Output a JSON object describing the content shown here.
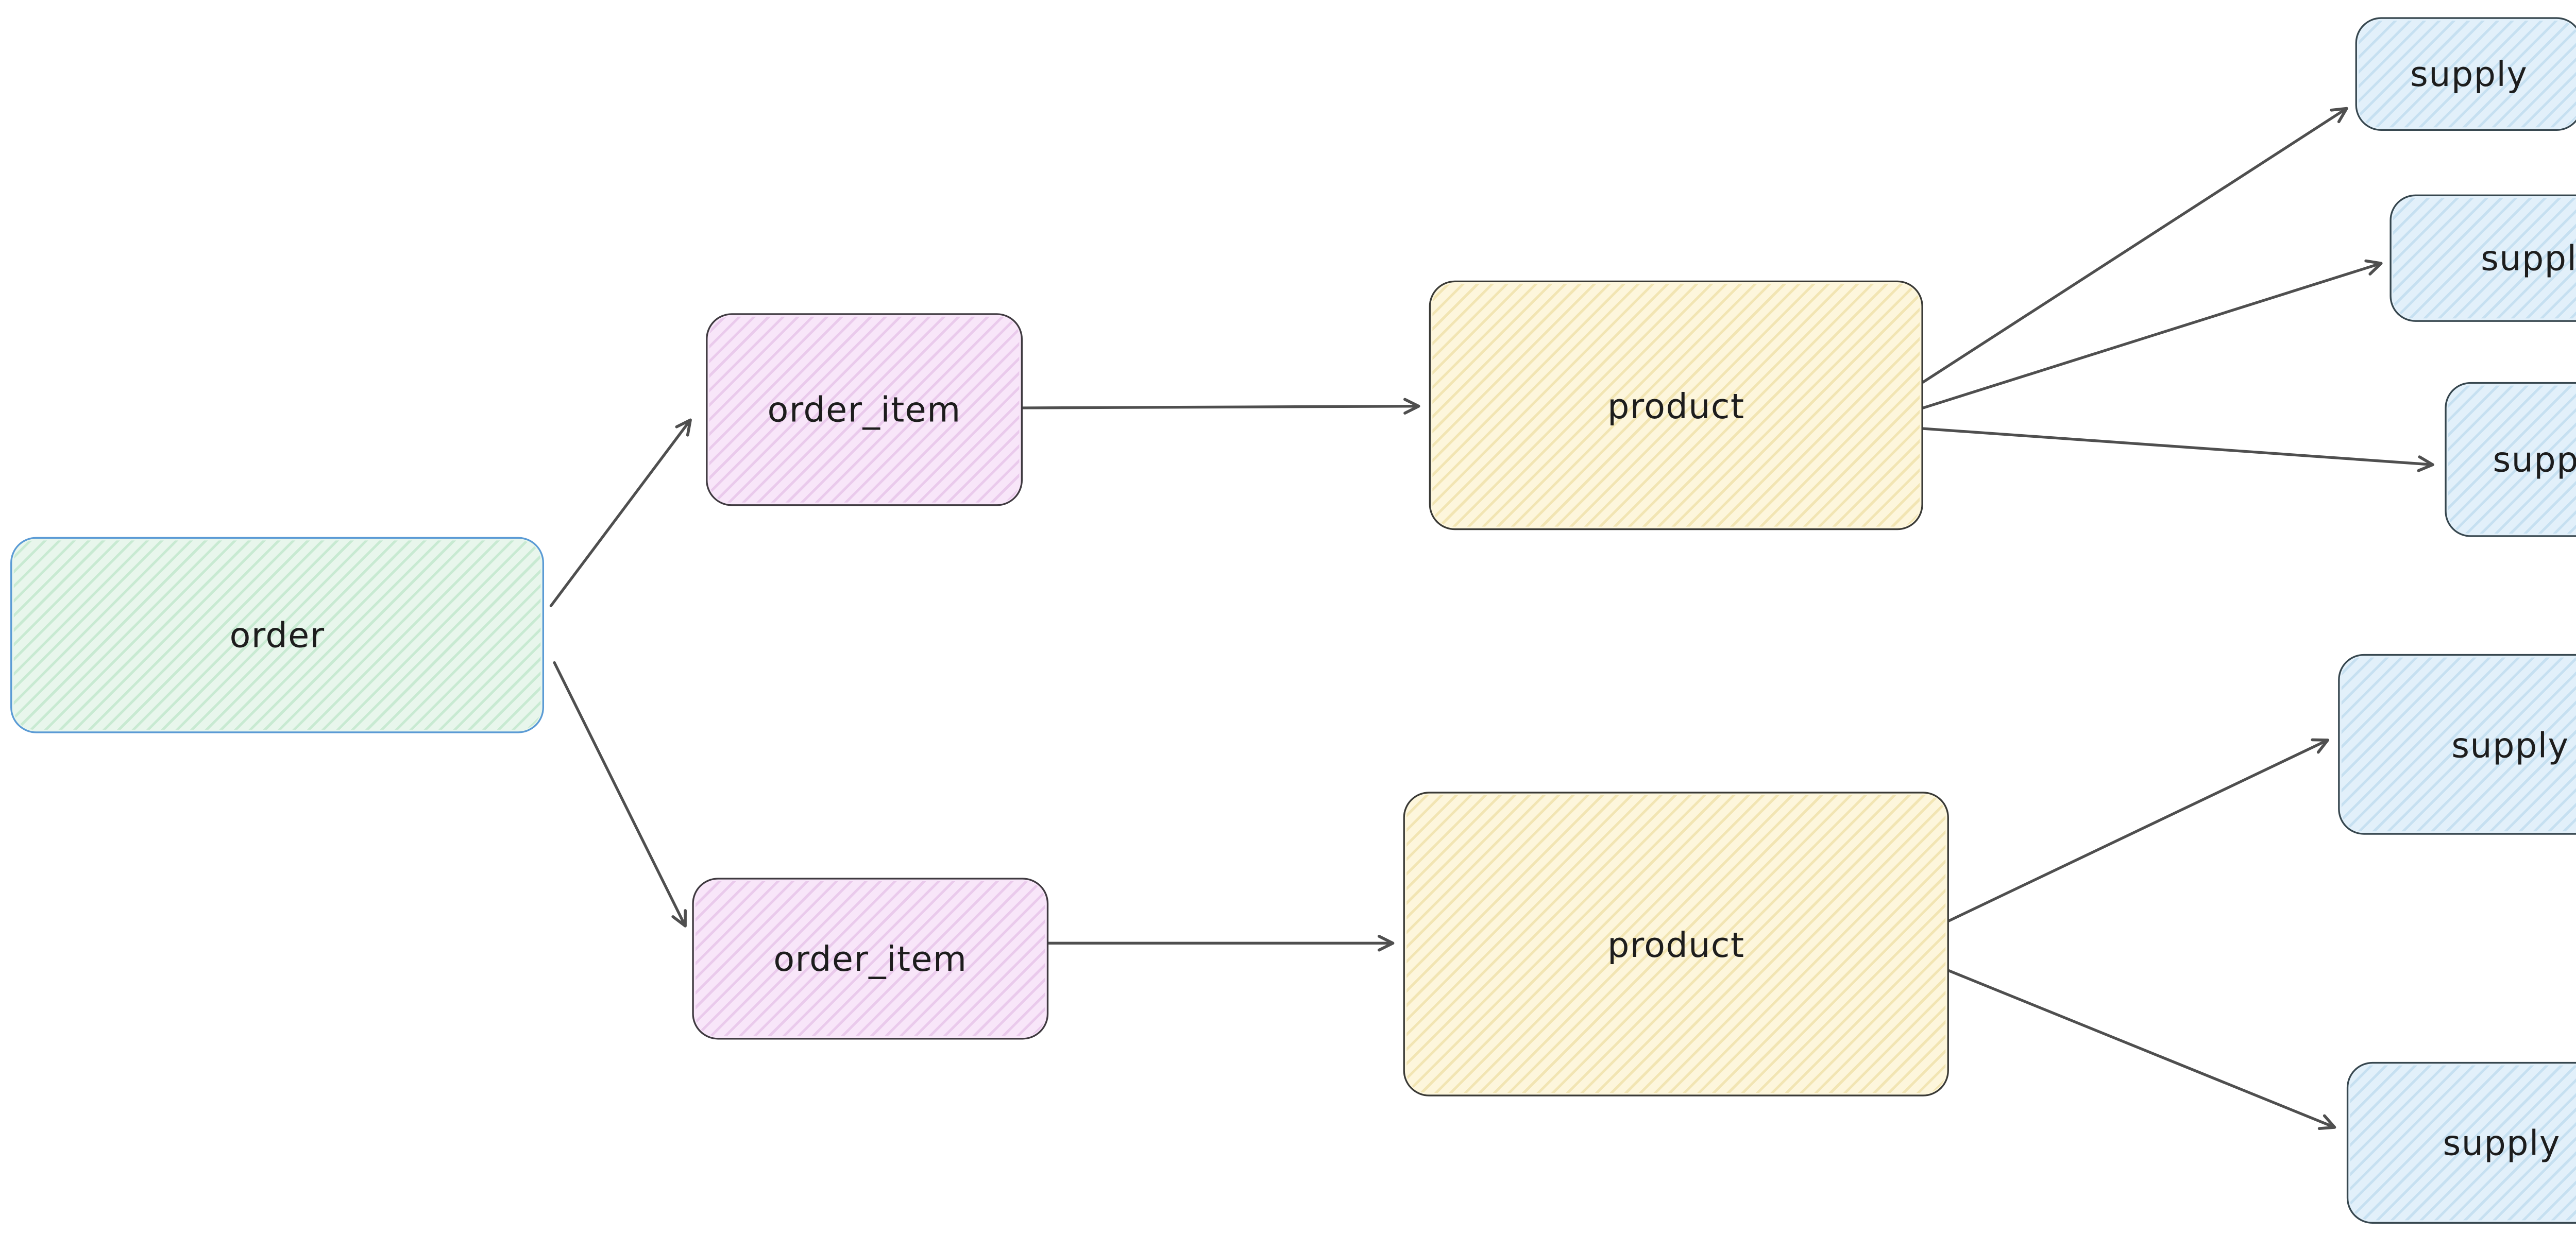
{
  "diagram": {
    "nodes": {
      "order": {
        "label": "order"
      },
      "order_item_top": {
        "label": "order_item"
      },
      "order_item_bottom": {
        "label": "order_item"
      },
      "product_top": {
        "label": "product"
      },
      "product_bottom": {
        "label": "product"
      },
      "supply_1": {
        "label": "supply"
      },
      "supply_2": {
        "label": "supply"
      },
      "supply_3": {
        "label": "supply"
      },
      "supply_4": {
        "label": "supply"
      },
      "supply_5": {
        "label": "supply"
      }
    },
    "edges": [
      {
        "from": "order",
        "to": "order_item_top"
      },
      {
        "from": "order",
        "to": "order_item_bottom"
      },
      {
        "from": "order_item_top",
        "to": "product_top"
      },
      {
        "from": "order_item_bottom",
        "to": "product_bottom"
      },
      {
        "from": "product_top",
        "to": "supply_1"
      },
      {
        "from": "product_top",
        "to": "supply_2"
      },
      {
        "from": "product_top",
        "to": "supply_3"
      },
      {
        "from": "product_bottom",
        "to": "supply_4"
      },
      {
        "from": "product_bottom",
        "to": "supply_5"
      }
    ],
    "colors": {
      "order_fill": "#e8f6ec",
      "order_hatch": "#a9ddb8",
      "order_stroke": "#5b9bd5",
      "order_item_fill": "#f8e6f9",
      "order_item_hatch": "#dbaede",
      "order_item_stroke": "#3f3a40",
      "product_fill": "#fdf6dc",
      "product_hatch": "#e8d48a",
      "product_stroke": "#3a3a36",
      "supply_fill": "#e2f0fa",
      "supply_hatch": "#a9cfe8",
      "supply_stroke": "#37474f",
      "arrow": "#4f4f4f",
      "label": "#1d1d1d"
    }
  }
}
